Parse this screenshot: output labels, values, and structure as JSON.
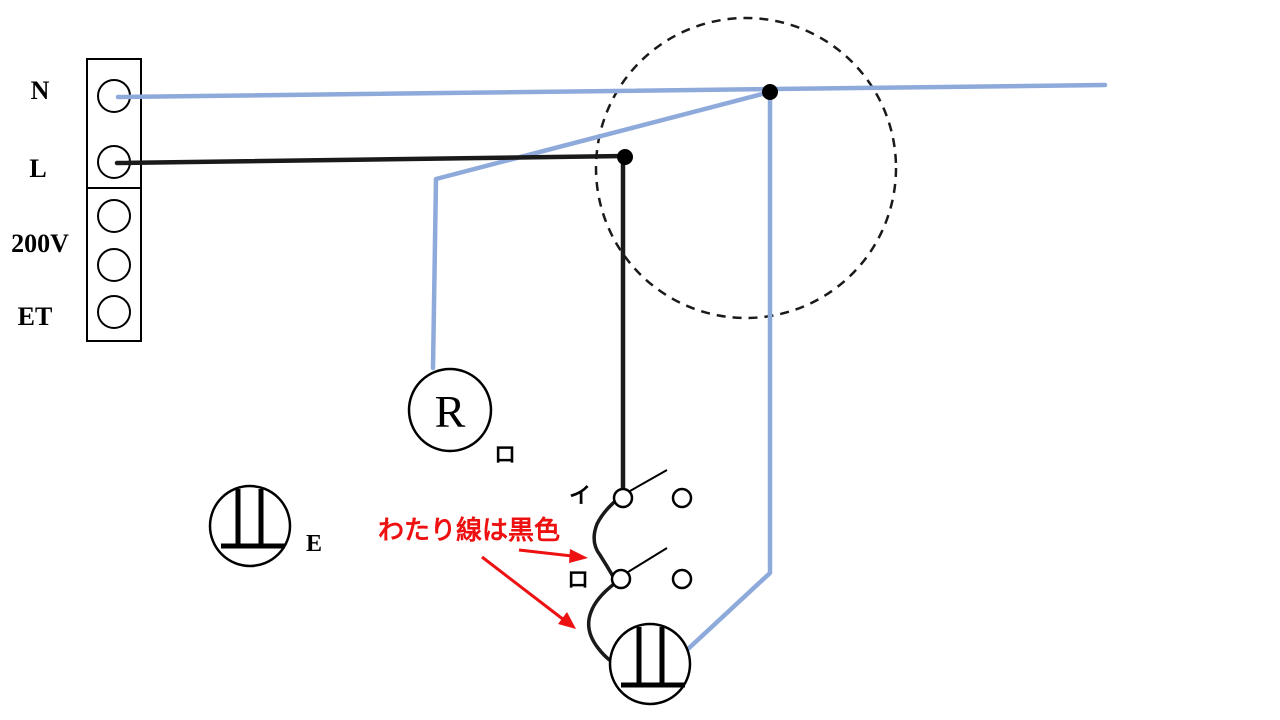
{
  "terminal_block": {
    "labels": {
      "n": "N",
      "l": "L",
      "v200": "200V",
      "et": "ET"
    }
  },
  "devices": {
    "lamp_symbol": "R",
    "lamp_mark": "ロ",
    "outlet_e_label": "E",
    "switch_i_mark": "イ",
    "switch_ro_mark": "ロ"
  },
  "annotation": {
    "text": "わたり線は黒色",
    "color": "#ee1111"
  },
  "colors": {
    "neutral_wire": "#8eaadb",
    "hot_wire": "#1a1a1a",
    "dashed_circle": "#1a1a1a",
    "device_stroke": "#000000"
  },
  "icons": {
    "outlet": "earthed-outlet-icon",
    "lamp": "lamp-r-icon",
    "switch": "switch-icon",
    "terminal": "terminal-screw-icon"
  }
}
